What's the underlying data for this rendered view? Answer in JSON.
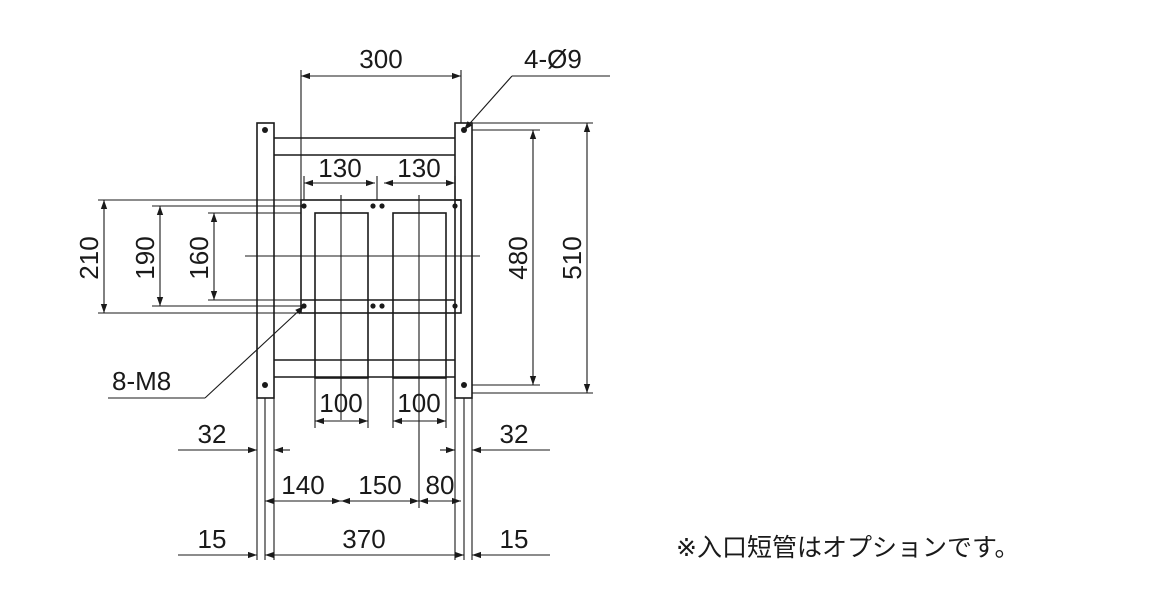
{
  "dimensions": {
    "top_width": "300",
    "holes": "4-Ø9",
    "inlet_w_left": "130",
    "inlet_w_right": "130",
    "outer_height": "210",
    "mid_height": "190",
    "inner_height": "160",
    "inner_frame_height": "480",
    "frame_height": "510",
    "bolts": "8-M8",
    "opening_left": "100",
    "opening_right": "100",
    "leg_left": "32",
    "leg_right": "32",
    "offset_140": "140",
    "offset_150": "150",
    "offset_80": "80",
    "margin_left": "15",
    "total_width": "370",
    "margin_right": "15"
  },
  "note": "※入口短管はオプションです。"
}
